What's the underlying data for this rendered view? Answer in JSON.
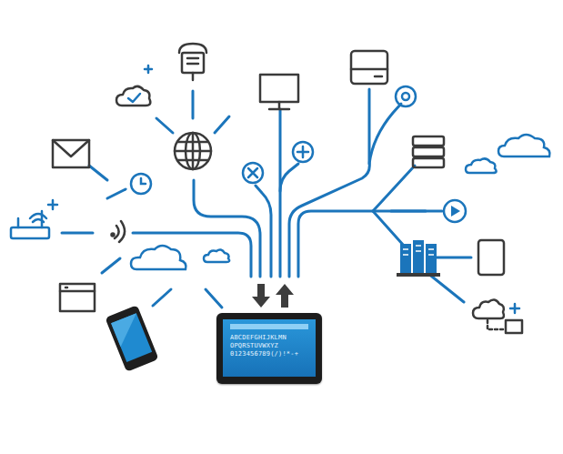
{
  "diagram": {
    "nodes": [
      {
        "text": [
          "ABCDEFGHIJKLMN",
          "OPQRSTUVWXYZ",
          "0123456789(/)!*-+"
        ]
      }
    ]
  }
}
